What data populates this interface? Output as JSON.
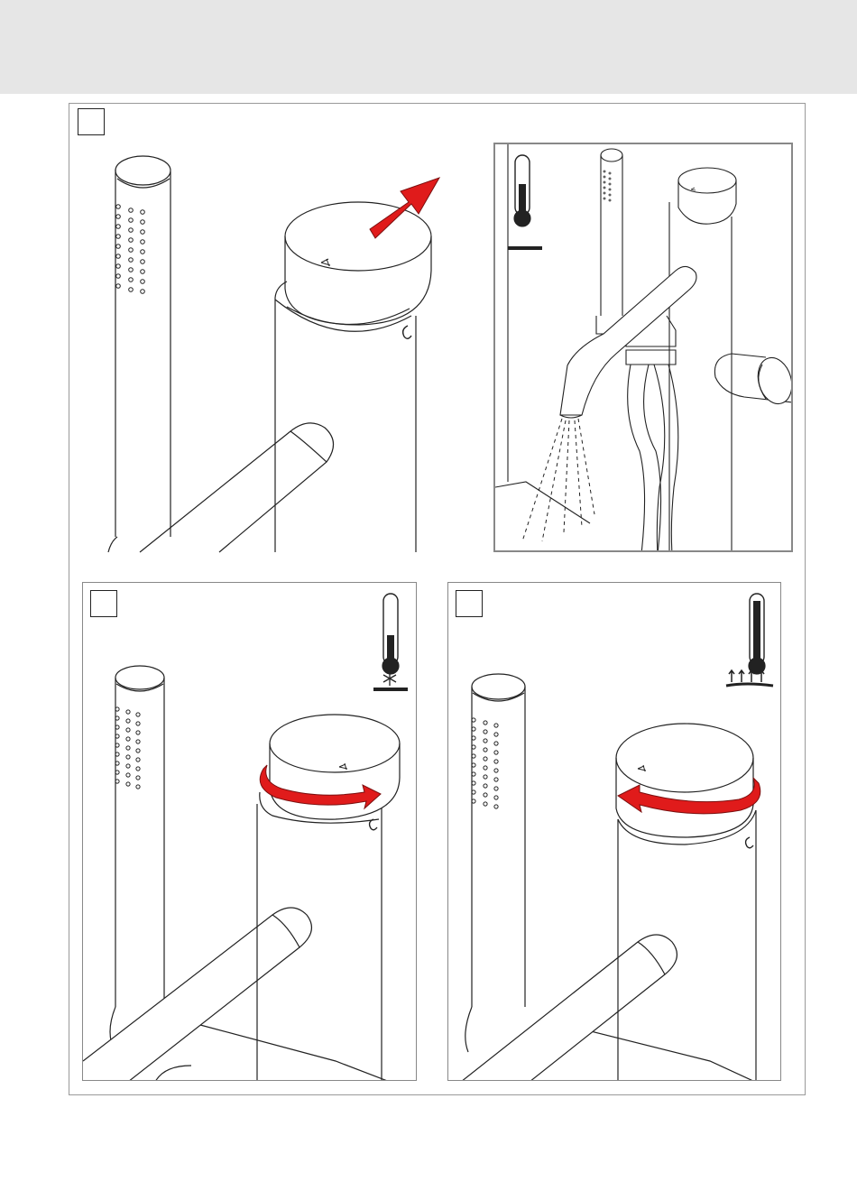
{
  "page": {
    "title": "",
    "steps": [
      {
        "label": "",
        "action": "pull-knob-open",
        "icons": []
      },
      {
        "label": "",
        "action": "turn-knob-clockwise",
        "icons": [
          "thermometer-low-icon",
          "cold-snowflake-icon"
        ]
      },
      {
        "label": "",
        "action": "turn-knob-counterclockwise",
        "icons": [
          "thermometer-high-icon",
          "heat-arrows-icon"
        ]
      }
    ],
    "detail_icons": [
      "thermometer-medium-icon"
    ]
  },
  "colors": {
    "band": "#e6e6e6",
    "arrow": "#e01b1b",
    "line": "#222222",
    "frame": "#9a9a9a"
  }
}
